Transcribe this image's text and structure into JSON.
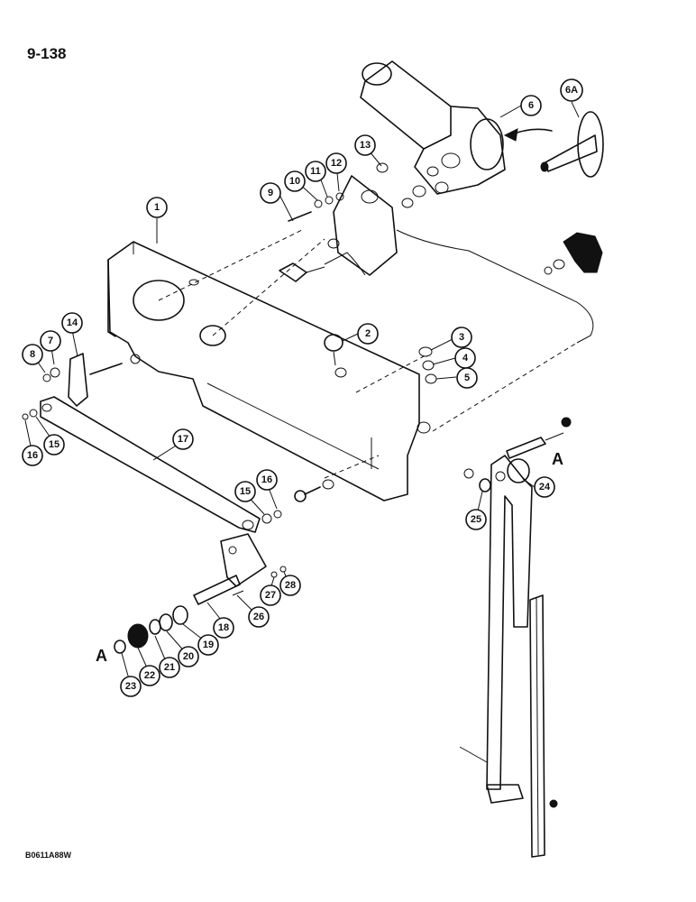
{
  "page_number": "9-138",
  "drawing_code": "B0611A88W",
  "callouts": [
    "1",
    "2",
    "3",
    "4",
    "5",
    "6",
    "6A",
    "7",
    "8",
    "9",
    "10",
    "11",
    "12",
    "13",
    "14",
    "15",
    "16",
    "17",
    "18",
    "19",
    "20",
    "21",
    "22",
    "23",
    "24",
    "25",
    "26",
    "27",
    "28"
  ],
  "reference_letter": "A"
}
